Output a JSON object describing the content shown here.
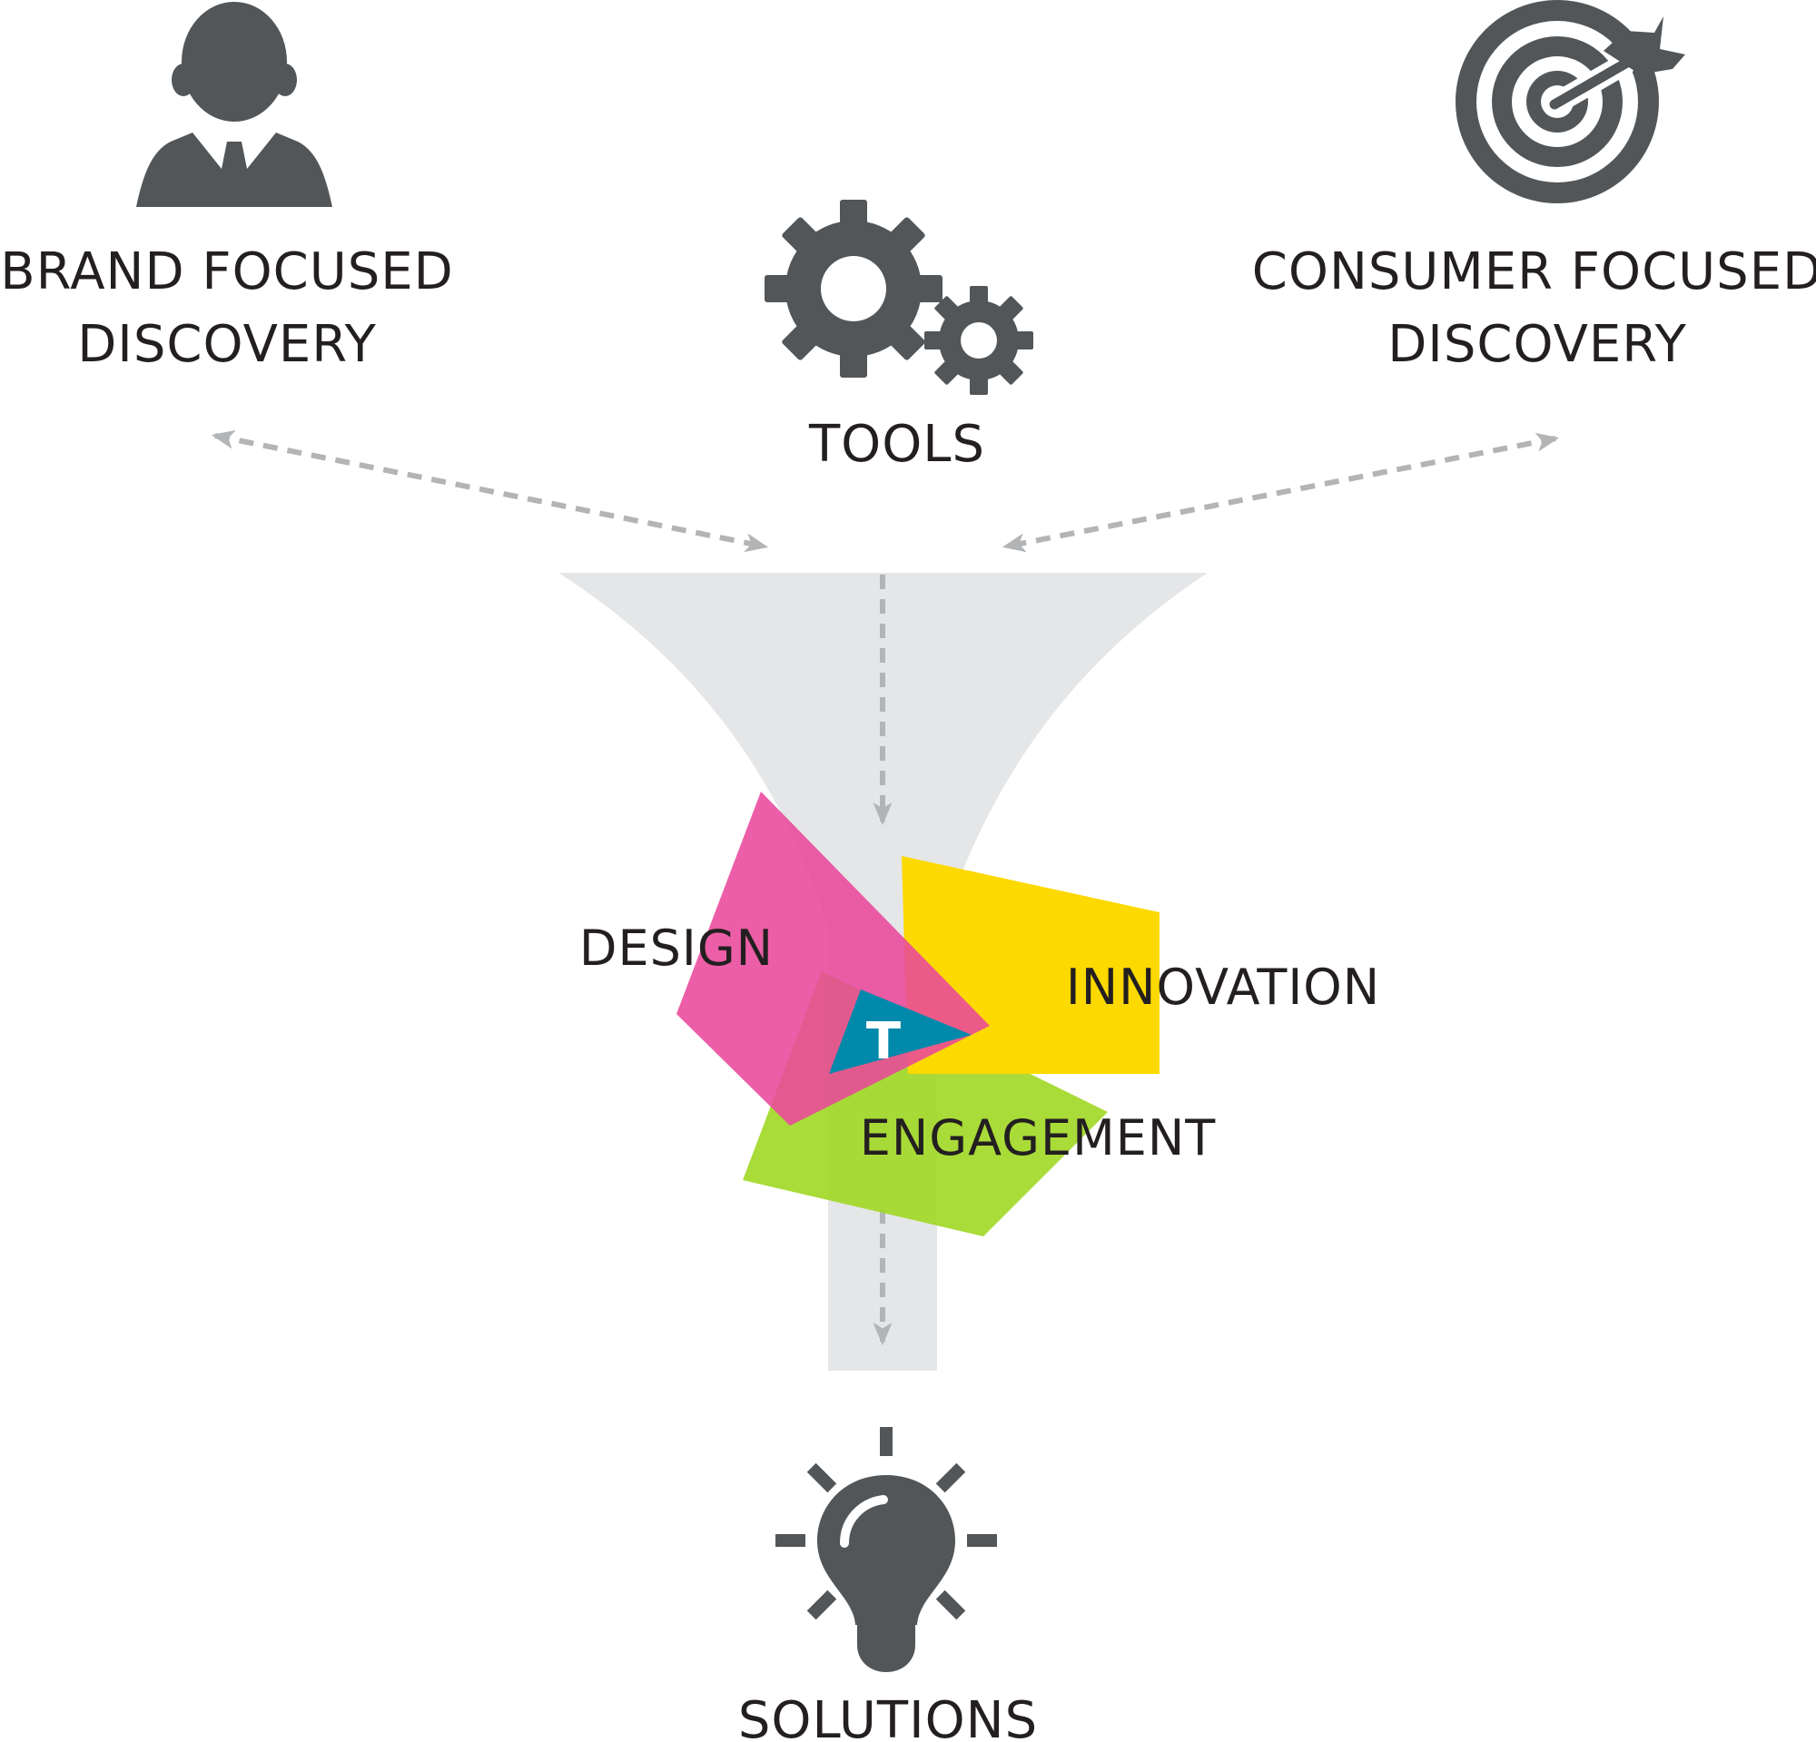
{
  "labels": {
    "brand_line1": "BRAND FOCUSED",
    "brand_line2": "DISCOVERY",
    "tools": "TOOLS",
    "consumer_line1": "CONSUMER FOCUSED",
    "consumer_line2": "DISCOVERY",
    "design": "DESIGN",
    "innovation": "INNOVATION",
    "engagement": "ENGAGEMENT",
    "center_letter": "T",
    "solutions": "SOLUTIONS"
  },
  "icons": {
    "brand": "person-icon",
    "tools": "gears-icon",
    "consumer": "target-arrow-icon",
    "solutions": "lightbulb-icon"
  },
  "colors": {
    "icon": "#525659",
    "funnel": "#e5e6e7",
    "arrow": "#b2b4b6",
    "design": "#e9489b",
    "innovation": "#fcd900",
    "engagement": "#a2d828",
    "center": "#0089ab",
    "text": "#231f20"
  }
}
